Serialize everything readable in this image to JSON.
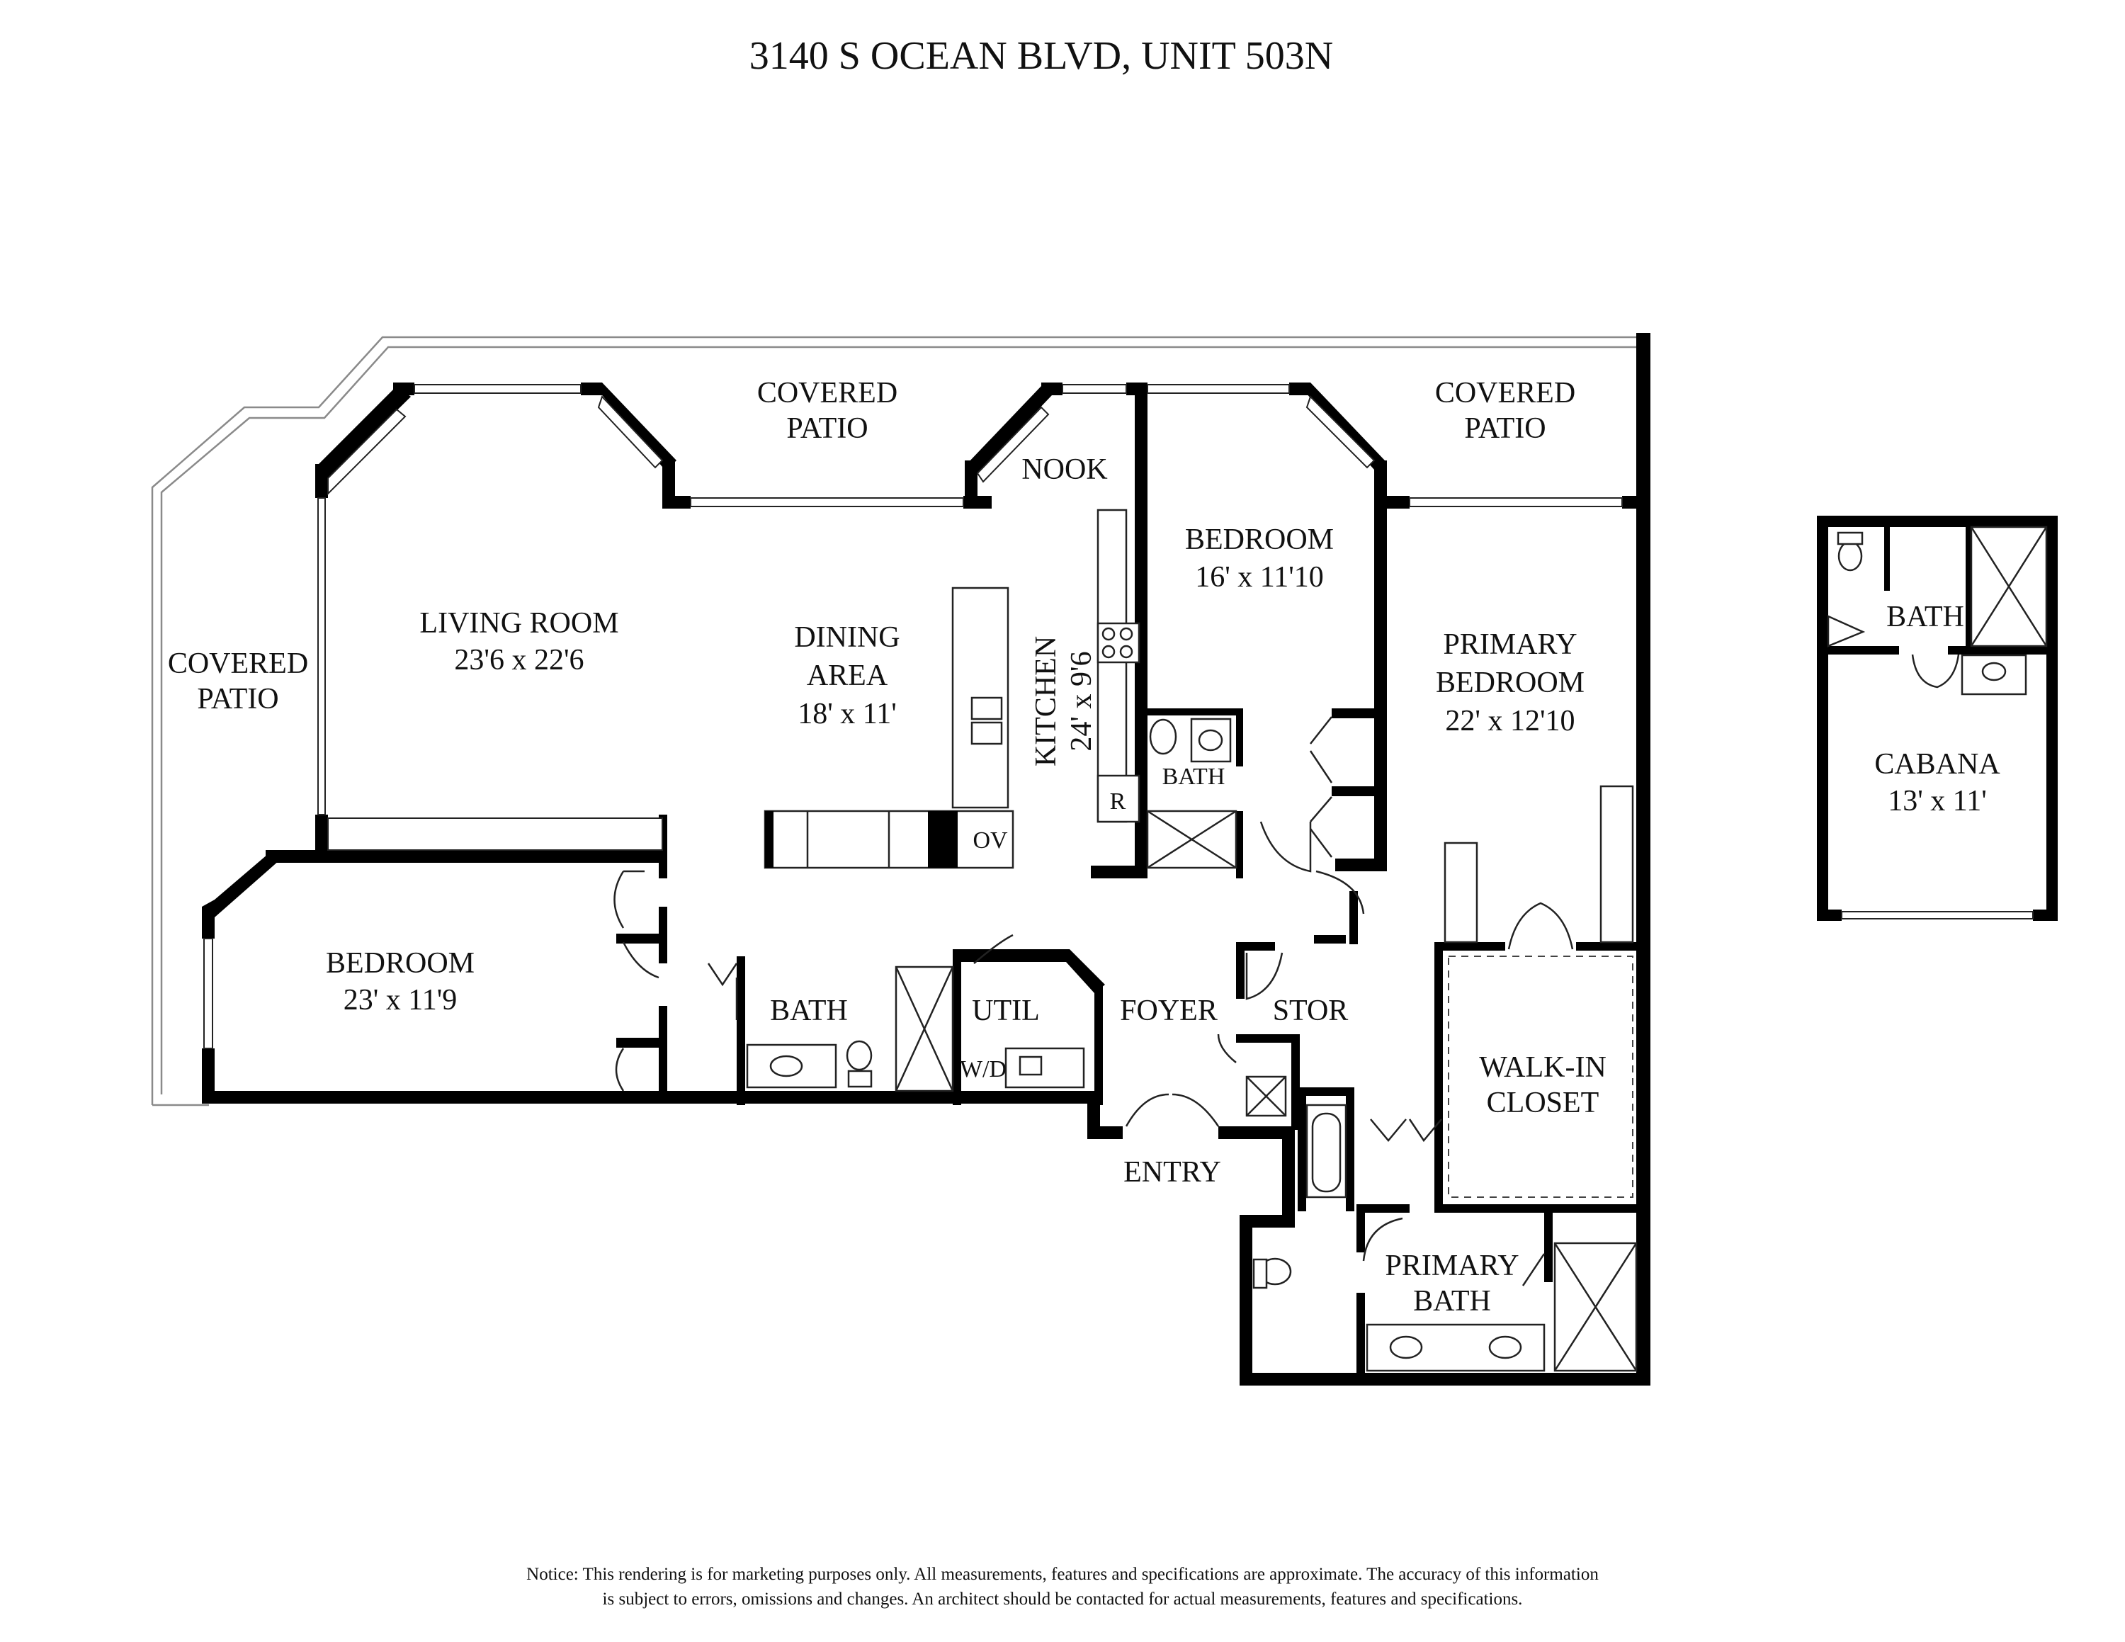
{
  "title": "3140 S OCEAN BLVD, UNIT 503N",
  "rooms": {
    "patio_top_left": {
      "l1": "COVERED",
      "l2": "PATIO"
    },
    "patio_top_right": {
      "l1": "COVERED",
      "l2": "PATIO"
    },
    "patio_left": {
      "l1": "COVERED",
      "l2": "PATIO"
    },
    "nook": "NOOK",
    "living": {
      "name": "LIVING ROOM",
      "size": "23'6 x 22'6"
    },
    "dining": {
      "l1": "DINING",
      "l2": "AREA",
      "size": "18' x 11'"
    },
    "kitchen": {
      "name": "KITCHEN",
      "size": "24' x 9'6"
    },
    "bedroom_top": {
      "name": "BEDROOM",
      "size": "16' x 11'10"
    },
    "bath_top": "BATH",
    "primary_bedroom": {
      "l1": "PRIMARY",
      "l2": "BEDROOM",
      "size": "22' x 12'10"
    },
    "bedroom_left": {
      "name": "BEDROOM",
      "size": "23' x 11'9"
    },
    "bath_left": "BATH",
    "util": "UTIL",
    "wd": "W/D",
    "foyer": "FOYER",
    "stor": "STOR",
    "entry": "ENTRY",
    "walk_in": {
      "l1": "WALK-IN",
      "l2": "CLOSET"
    },
    "primary_bath": {
      "l1": "PRIMARY",
      "l2": "BATH"
    },
    "ov": "OV",
    "r": "R"
  },
  "cabana": {
    "bath": "BATH",
    "name": "CABANA",
    "size": "13' x 11'"
  },
  "notice": {
    "line1": "Notice: This rendering is for marketing purposes only. All measurements, features and specifications are approximate. The accuracy of this information",
    "line2": "is subject to errors, omissions and changes. An architect should be contacted for actual measurements, features and specifications."
  }
}
